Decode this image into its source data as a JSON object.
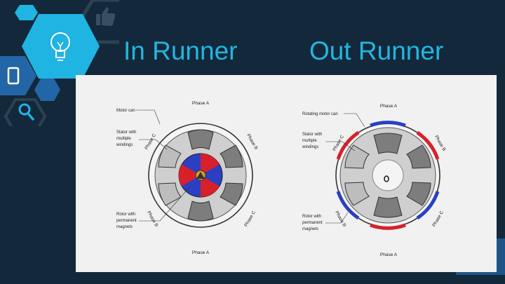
{
  "slide": {
    "title_left": "In Runner",
    "title_right": "Out Runner"
  },
  "in_runner": {
    "phase_top": "Phase A",
    "phase_bottom": "Phase A",
    "phase_left_upper": "Phase C",
    "phase_right_upper": "Phase B",
    "phase_left_lower": "Phase B",
    "phase_right_lower": "Phase C",
    "label_motor_can": "Motor can",
    "label_stator": [
      "Stator with",
      "multiple",
      "windings"
    ],
    "label_rotor": [
      "Rotor with",
      "permanent",
      "magnets"
    ]
  },
  "out_runner": {
    "phase_top": "Phase A",
    "phase_bottom": "Phase A",
    "phase_left_upper": "Phase C",
    "phase_right_upper": "Phase B",
    "phase_left_lower": "Phase B",
    "phase_right_lower": "Phase C",
    "label_motor_can": "Rotating motor can",
    "label_stator": [
      "Stator with",
      "multiple",
      "windings"
    ],
    "label_rotor": [
      "Rotor with",
      "permanent",
      "magnets"
    ]
  },
  "colors": {
    "background": "#13283a",
    "accent_cyan": "#1fb4e2",
    "hex_blue": "#2366a8",
    "magnet_red": "#d8202a",
    "magnet_blue": "#2a3fc2"
  },
  "icons": [
    "thumbs-up-icon",
    "lightbulb-icon",
    "phone-icon",
    "search-icon"
  ]
}
